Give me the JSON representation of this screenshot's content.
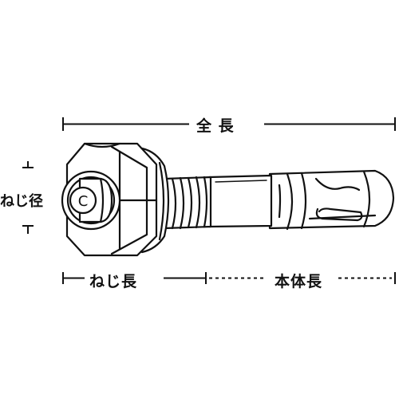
{
  "labels": {
    "total_length": "全 長",
    "thread_diameter": "ねじ径",
    "thread_length": "ねじ長",
    "body_length": "本体長",
    "end_letter": "C"
  },
  "colors": {
    "line": "#111111",
    "background": "#ffffff",
    "part_fill": "#ffffff"
  },
  "icons": [
    "anchor-bolt-illustration",
    "hex-nut-icon",
    "washer-icon"
  ]
}
